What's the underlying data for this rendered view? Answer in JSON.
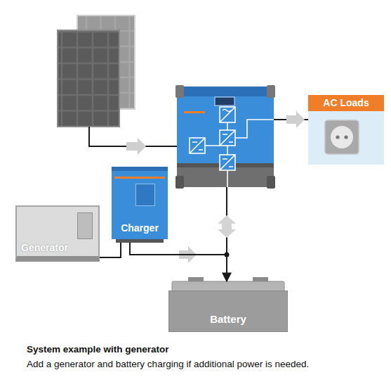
{
  "diagram": {
    "title": "System example with generator",
    "caption": "Add a generator and battery charging if additional power is needed.",
    "nodes": [
      {
        "text": [
          "AC Loads"
        ]
      },
      {
        "text": [
          "Charger"
        ]
      },
      {
        "text": [
          "Generator"
        ]
      },
      {
        "text": [
          "Battery"
        ]
      }
    ],
    "edges": [
      {
        "from": 2,
        "to": 1,
        "arrow": "none"
      },
      {
        "from": 1,
        "to": 3,
        "arrow": "to"
      }
    ]
  }
}
